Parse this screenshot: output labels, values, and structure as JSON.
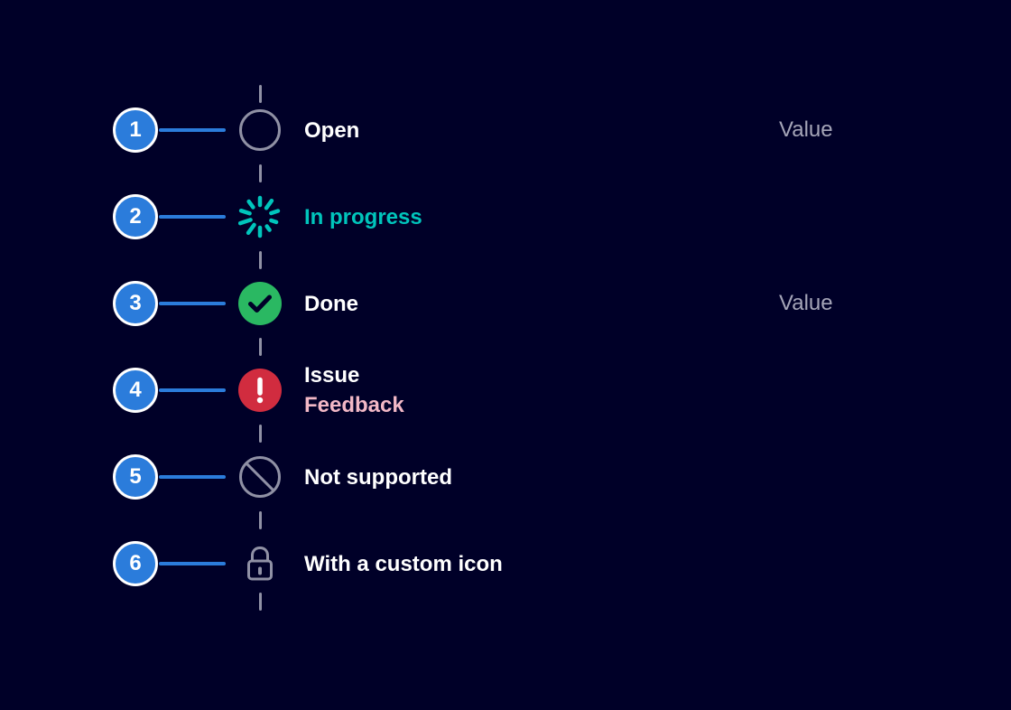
{
  "canvas": {
    "background": "#000028"
  },
  "colors": {
    "marker_blue": "#2B7CDB",
    "marker_ring": "#FFFFFF",
    "rail_gray": "#9091A5",
    "label_white": "#FFFFFF",
    "value_gray": "#A5A5B8",
    "in_progress_teal": "#00C5BC",
    "done_green": "#2AB862",
    "issue_red": "#D12C3F",
    "feedback_pink": "#F2B8C6"
  },
  "timeline": {
    "items": [
      {
        "number": "1",
        "status": "open",
        "label": "Open",
        "value": "Value",
        "icon": "open-circle-icon"
      },
      {
        "number": "2",
        "status": "in-progress",
        "label": "In progress",
        "icon": "spinner-icon"
      },
      {
        "number": "3",
        "status": "done",
        "label": "Done",
        "value": "Value",
        "icon": "success-check-icon"
      },
      {
        "number": "4",
        "status": "issue",
        "label": "Issue",
        "sublabel": "Feedback",
        "icon": "alert-icon"
      },
      {
        "number": "5",
        "status": "not-supported",
        "label": "Not supported",
        "icon": "prohibited-icon"
      },
      {
        "number": "6",
        "status": "custom",
        "label": "With a custom icon",
        "icon": "lock-icon"
      }
    ]
  }
}
